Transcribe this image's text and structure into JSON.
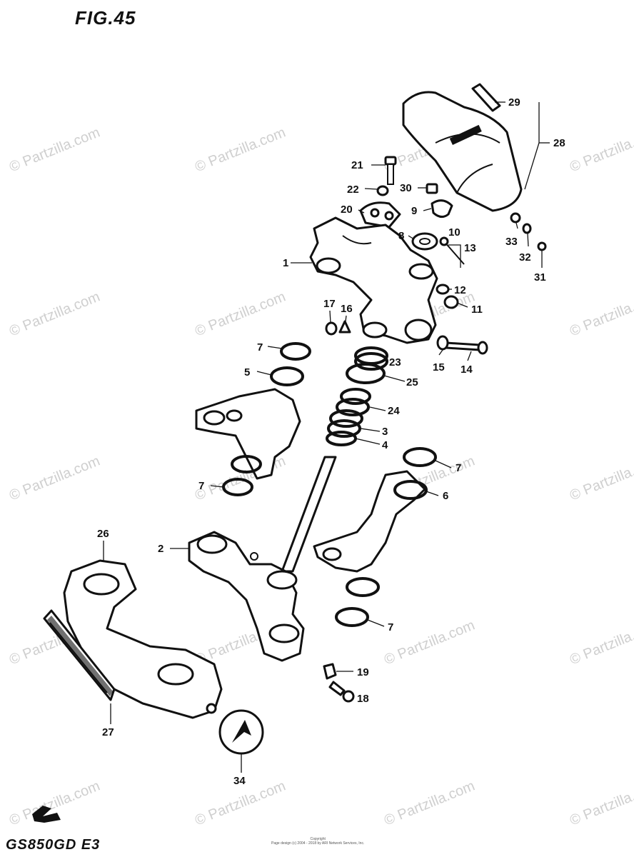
{
  "figure": {
    "title": "FIG.45",
    "model_code": "GS850GD E3",
    "copyright": "Copyright\nPage design (c) 2004 - 2018 by ARI Network Services, Inc."
  },
  "watermark": {
    "text": "© Partzilla.com"
  },
  "parts": [
    {
      "id": "1",
      "label": "1"
    },
    {
      "id": "2",
      "label": "2"
    },
    {
      "id": "3",
      "label": "3"
    },
    {
      "id": "4",
      "label": "4"
    },
    {
      "id": "5",
      "label": "5"
    },
    {
      "id": "6",
      "label": "6"
    },
    {
      "id": "7a",
      "label": "7"
    },
    {
      "id": "7b",
      "label": "7"
    },
    {
      "id": "7c",
      "label": "7"
    },
    {
      "id": "7d",
      "label": "7"
    },
    {
      "id": "7e",
      "label": "7"
    },
    {
      "id": "8",
      "label": "8"
    },
    {
      "id": "9",
      "label": "9"
    },
    {
      "id": "10",
      "label": "10"
    },
    {
      "id": "11",
      "label": "11"
    },
    {
      "id": "12",
      "label": "12"
    },
    {
      "id": "13",
      "label": "13"
    },
    {
      "id": "14",
      "label": "14"
    },
    {
      "id": "15",
      "label": "15"
    },
    {
      "id": "16",
      "label": "16"
    },
    {
      "id": "17",
      "label": "17"
    },
    {
      "id": "18",
      "label": "18"
    },
    {
      "id": "19",
      "label": "19"
    },
    {
      "id": "20",
      "label": "20"
    },
    {
      "id": "21",
      "label": "21"
    },
    {
      "id": "22",
      "label": "22"
    },
    {
      "id": "23",
      "label": "23"
    },
    {
      "id": "24",
      "label": "24"
    },
    {
      "id": "25",
      "label": "25"
    },
    {
      "id": "26",
      "label": "26"
    },
    {
      "id": "27",
      "label": "27"
    },
    {
      "id": "28",
      "label": "28"
    },
    {
      "id": "29",
      "label": "29"
    },
    {
      "id": "30",
      "label": "30"
    },
    {
      "id": "31",
      "label": "31"
    },
    {
      "id": "32",
      "label": "32"
    },
    {
      "id": "33",
      "label": "33"
    },
    {
      "id": "34",
      "label": "34"
    }
  ]
}
